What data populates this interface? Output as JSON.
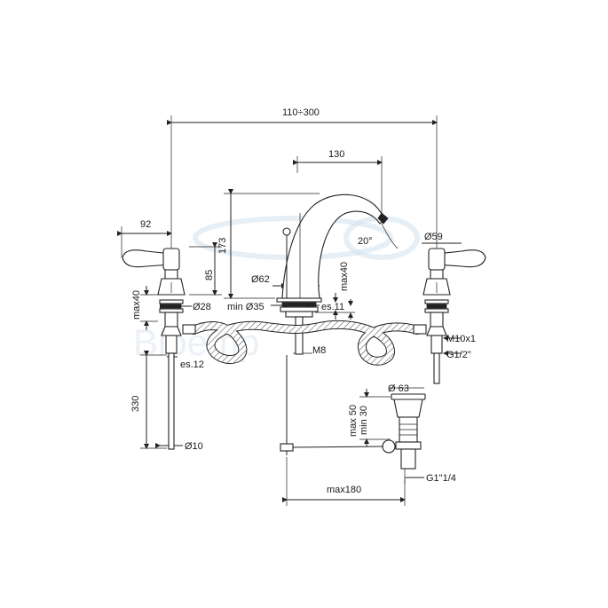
{
  "watermark": "Bloemp",
  "dimensions": {
    "center_distance": "110÷300",
    "spout_reach": "130",
    "handle_reach": "92",
    "height": "173",
    "spout_angle": "20°",
    "handle_diameter": "Ø59",
    "handle_height": "85",
    "spout_base_diameter": "Ø62",
    "max_thickness_spout": "max40",
    "max_thickness_handle": "max40",
    "flange_diameter": "Ø28",
    "min_hole": "min Ø35",
    "spout_washer": "es.11",
    "thread_m10": "M10x1",
    "thread_half_inch": "G1/2\"",
    "stud_m8": "M8",
    "hose_length": "330",
    "handle_washer": "es.12",
    "pipe_diameter": "Ø10",
    "waste_diameter": "Ø 63",
    "waste_max": "max 50",
    "waste_min": "min 30",
    "waste_thread": "G1\"1/4",
    "rod_length": "max180"
  }
}
